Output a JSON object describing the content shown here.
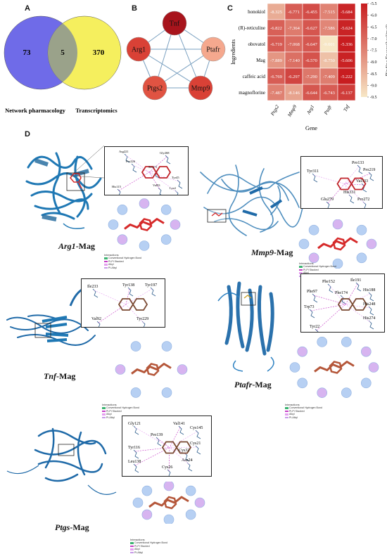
{
  "panels": {
    "A": "A",
    "B": "B",
    "C": "C",
    "D": "D"
  },
  "venn": {
    "left_label": "Network pharmacology",
    "right_label": "Transcriptomics",
    "left_only": "73",
    "overlap": "5",
    "right_only": "370",
    "colors": {
      "left": "#6f6be8",
      "right": "#f5ef5e",
      "overlap": "#9aa28a"
    }
  },
  "network": {
    "nodes": [
      {
        "id": "Tnf",
        "label": "Tnf",
        "color": "#a8141c"
      },
      {
        "id": "Arg1",
        "label": "Arg1",
        "color": "#d94136"
      },
      {
        "id": "Ptafr",
        "label": "Ptafr",
        "color": "#f5a88e"
      },
      {
        "id": "Ptgs2",
        "label": "Ptgs2",
        "color": "#e05342"
      },
      {
        "id": "Mmp9",
        "label": "Mmp9",
        "color": "#d94136"
      }
    ]
  },
  "chart_data": {
    "type": "heatmap",
    "title": "",
    "xlabel": "Gene",
    "ylabel": "Ingredients",
    "columns": [
      "Ptgs2",
      "Mmp9",
      "Arg1",
      "Ptafr",
      "Tnf"
    ],
    "rows": [
      "honokiol",
      "(R)-reticuline",
      "obovatol",
      "Mag",
      "caffeic acid",
      "magnoflorine"
    ],
    "values": [
      [
        -8.325,
        -6.771,
        -6.455,
        -7.515,
        -5.684
      ],
      [
        -6.822,
        -7.364,
        -6.627,
        -7.586,
        -5.624
      ],
      [
        -6.719,
        -7.068,
        -6.647,
        -9.601,
        -5.336
      ],
      [
        -7.889,
        -7.14,
        -6.57,
        -8.75,
        -5.606
      ],
      [
        -6.769,
        -6.297,
        -7.29,
        -7.409,
        -5.222
      ],
      [
        -7.487,
        -8.146,
        -6.644,
        -6.743,
        -6.137
      ]
    ],
    "colorbar": {
      "label": "Binding Energy(kcal/mol)",
      "range": [
        -9.5,
        -5.5
      ],
      "ticks": [
        "-5.5",
        "-6.0",
        "-6.5",
        "-7.0",
        "-7.5",
        "-8.0",
        "-8.5",
        "-9.0",
        "-9.5"
      ],
      "colors": [
        "#c81d20",
        "#f7e7c6"
      ]
    }
  },
  "docking": {
    "arg1": {
      "caption_gene": "Arg1",
      "caption_suffix": "-Mag",
      "residues": [
        "Arg221",
        "Gly268",
        "Pro226",
        "Ser271",
        "Tyr45",
        "Val93",
        "Lys4",
        "His115"
      ]
    },
    "mmp9": {
      "caption_gene": "Mmp9",
      "caption_suffix": "-Mag",
      "residues": [
        "Pro133",
        "Pro219",
        "Tyr311",
        "Val333",
        "His331",
        "Glu279",
        "Pro272"
      ]
    },
    "tnf": {
      "caption_gene": "Tnf",
      "caption_suffix": "-Mag",
      "residues": [
        "Ile233",
        "Tyr138",
        "Tyr197",
        "Val92",
        "Tyr229"
      ]
    },
    "ptafr": {
      "caption_gene": "Ptafr",
      "caption_suffix": "-Mag",
      "residues": [
        "Phe152",
        "Ile191",
        "His188",
        "Phe97",
        "Phe174",
        "Trp73",
        "His248",
        "Tyr22",
        "His274"
      ]
    },
    "ptgs": {
      "caption_gene": "Ptgs",
      "caption_suffix": "-Mag",
      "residues": [
        "Gly121",
        "Val141",
        "Cys145",
        "Pro139",
        "Cys21",
        "Tyr116",
        "Cys32",
        "Leu138",
        "Asn24",
        "Cys26"
      ]
    },
    "legend_title": "Interactions",
    "legend_items": [
      {
        "label": "Conventional Hydrogen Bond",
        "color": "#3cb371"
      },
      {
        "label": "Pi-Pi Stacked",
        "color": "#c63cc6"
      },
      {
        "label": "Alkyl",
        "color": "#e59ff0"
      },
      {
        "label": "Pi-Alkyl",
        "color": "#c89be8"
      }
    ]
  }
}
